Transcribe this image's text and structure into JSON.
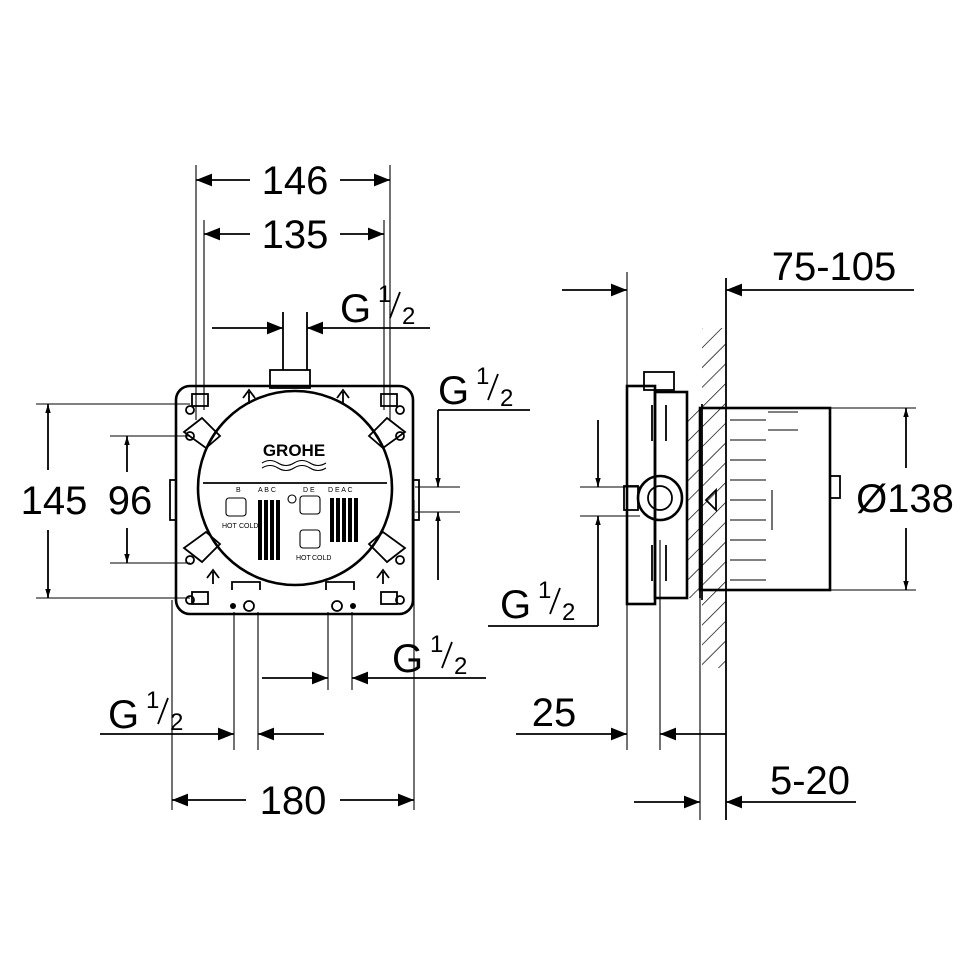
{
  "front_view": {
    "dim_width_outer": "146",
    "dim_width_inner": "135",
    "dim_height_outer": "145",
    "dim_height_inner": "96",
    "dim_width_total": "180",
    "thread_top": {
      "base": "G",
      "num": "1",
      "den": "2"
    },
    "thread_right": {
      "base": "G",
      "num": "1",
      "den": "2"
    },
    "thread_bottom_left": {
      "base": "G",
      "num": "1",
      "den": "2"
    },
    "thread_bottom_right": {
      "base": "G",
      "num": "1",
      "den": "2"
    },
    "brand_logo": "GROHE",
    "label_hot": "HOT",
    "label_cold": "COLD",
    "port_letters_1": "B",
    "port_letters_2": "A B C",
    "port_letters_3": "D E",
    "port_letters_4": "D E A C"
  },
  "side_view": {
    "dim_depth": "75-105",
    "dim_diameter": "Ø138",
    "dim_offset": "25",
    "dim_tile": "5-20",
    "thread_side": {
      "base": "G",
      "num": "1",
      "den": "2"
    }
  }
}
